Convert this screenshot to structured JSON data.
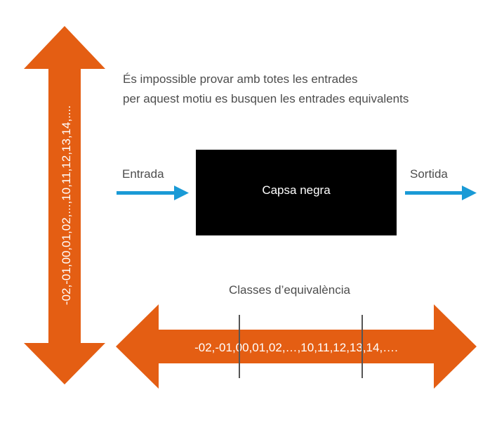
{
  "intro": {
    "line1": "És impossible provar amb totes les entrades",
    "line2": "per aquest motiu es busquen les entrades equivalents"
  },
  "black_box": {
    "label": "Capsa negra"
  },
  "input": {
    "label": "Entrada"
  },
  "output": {
    "label": "Sortida"
  },
  "vertical_arrow": {
    "text": "-02,-01,00,01,02,...,10,11,12,13,14,...."
  },
  "equivalence": {
    "title": "Classes d’equivalència",
    "text": "-02,-01,00,01,02,…,10,11,12,13,14,…."
  },
  "colors": {
    "accent_orange": "#e45e13",
    "flow_blue": "#1a9ad6",
    "box_black": "#000000",
    "text_gray": "#4d4d4d",
    "divider": "#555555"
  }
}
